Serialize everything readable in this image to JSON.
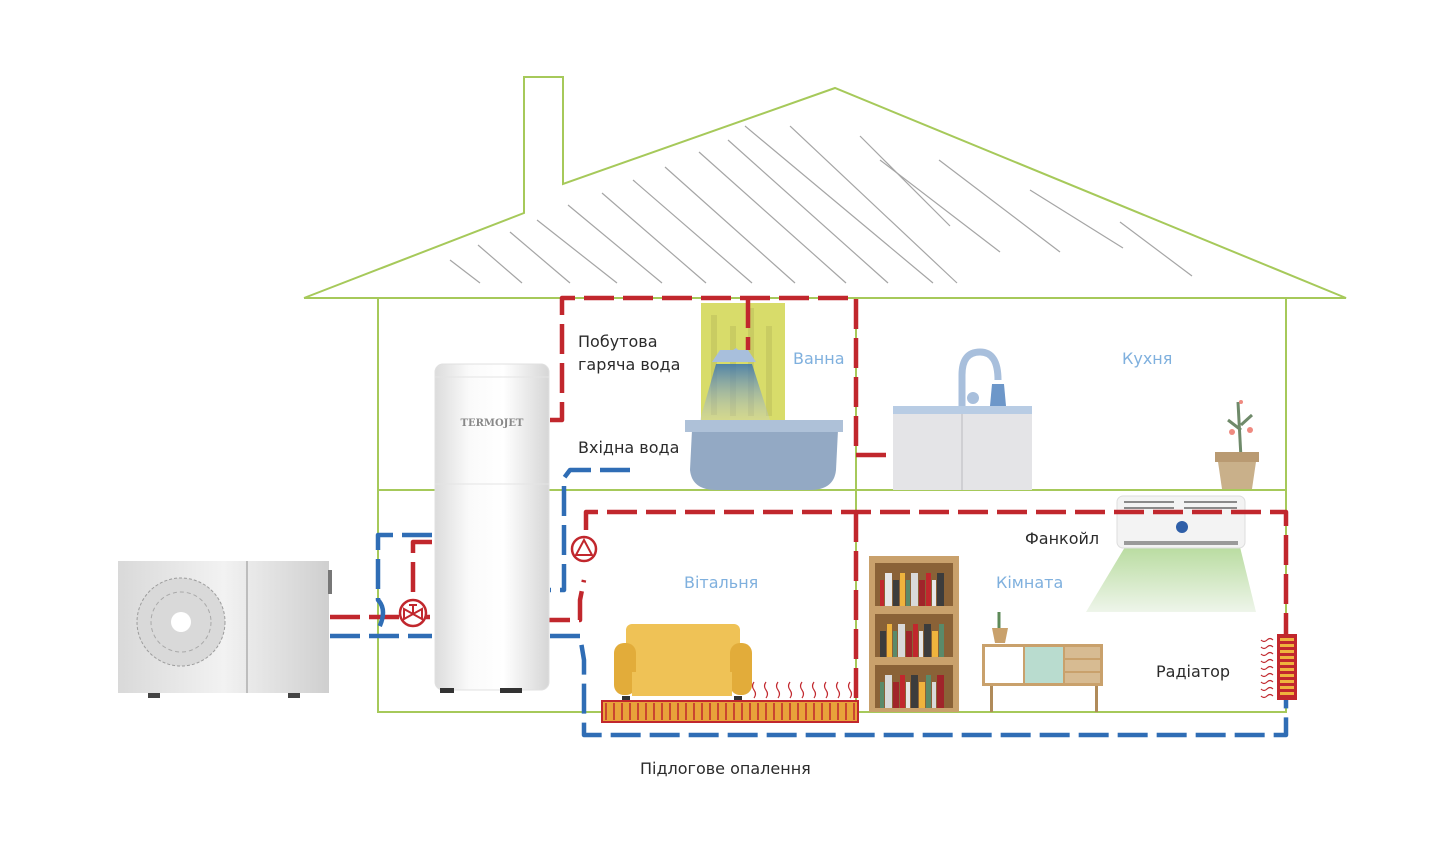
{
  "labels": {
    "domestic_hot_water_line1": "Побутова",
    "domestic_hot_water_line2": "гаряча вода",
    "inlet_water": "Вхідна вода",
    "bathroom": "Ванна",
    "kitchen": "Кухня",
    "living_room": "Вітальня",
    "room": "Кімната",
    "fancoil": "Фанкойл",
    "radiator": "Радіатор",
    "floor_heating": "Підлогове опалення",
    "tank_brand": "TERMOJET"
  },
  "colors": {
    "house_outline": "#a6c95a",
    "hot_pipe": "#c1272d",
    "cold_pipe": "#2f6db5",
    "room_label": "#7fb0de",
    "text": "#2b2b2b",
    "sofa": "#efc256",
    "floor_heating": "#e8a33a",
    "shower_light": "#d8dc6a",
    "bathtub": "#93a9c4"
  }
}
